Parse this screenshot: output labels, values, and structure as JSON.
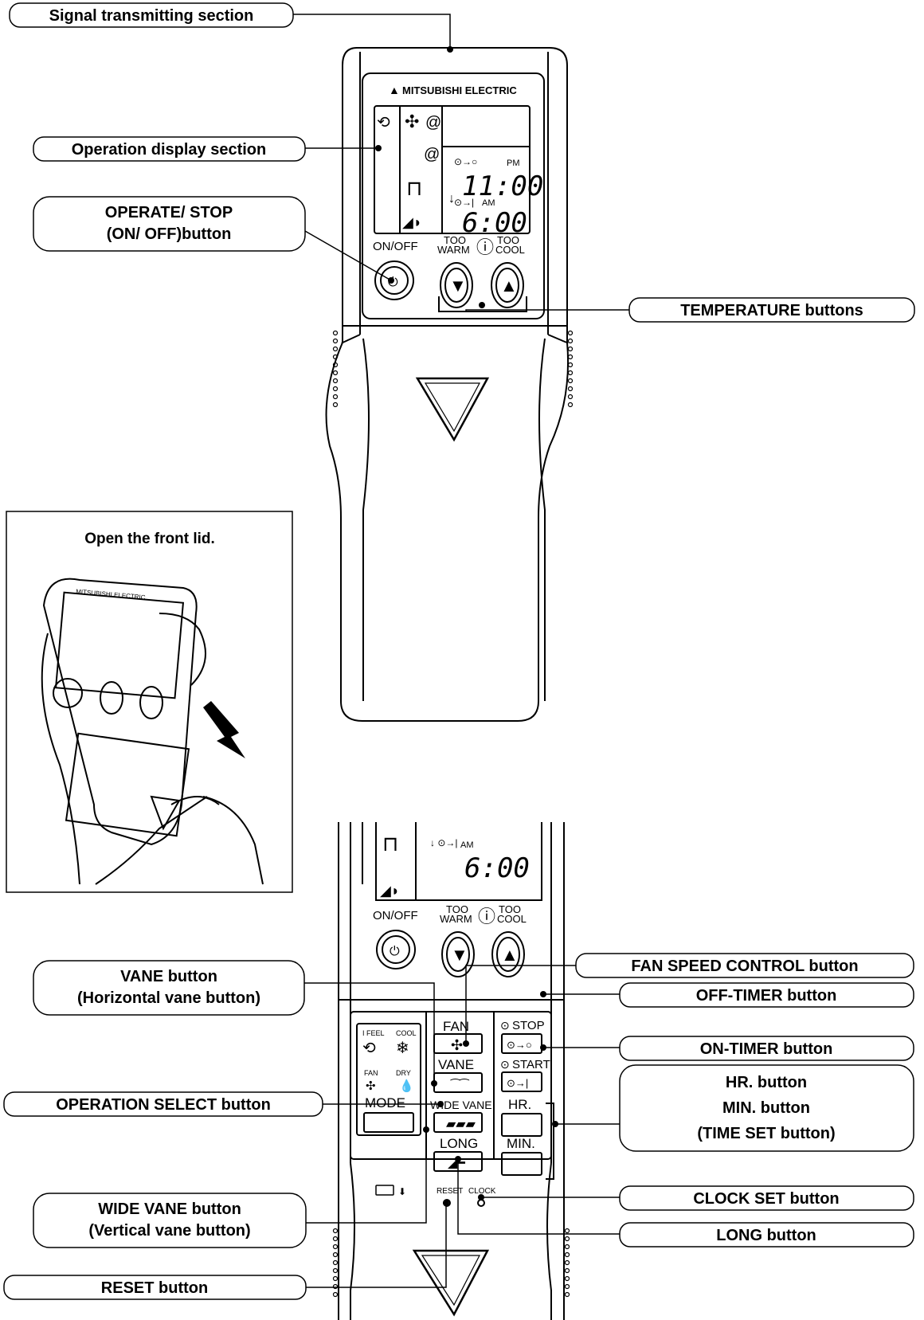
{
  "callouts": {
    "signal_transmitting": "Signal transmitting section",
    "operation_display": "Operation display section",
    "operate_stop_1": "OPERATE/ STOP",
    "operate_stop_2": "(ON/ OFF)button",
    "temperature": "TEMPERATURE buttons",
    "open_front_lid": "Open the front lid.",
    "vane_1": "VANE button",
    "vane_2": "(Horizontal vane button)",
    "operation_select": "OPERATION SELECT button",
    "wide_vane_1": "WIDE VANE button",
    "wide_vane_2": "(Vertical vane button)",
    "reset": "RESET button",
    "fan_speed": "FAN SPEED CONTROL button",
    "off_timer": "OFF-TIMER button",
    "on_timer": "ON-TIMER button",
    "hr_1": "HR. button",
    "hr_2": "MIN. button",
    "hr_3": "(TIME SET button)",
    "clock_set": "CLOCK SET button",
    "long": "LONG button"
  },
  "remote": {
    "brand": "MITSUBISHI ELECTRIC",
    "brand_small": "MITSUBISHI ELECTRIC",
    "pm": "PM",
    "am": "AM",
    "time_off": "11:00",
    "time_on": "6:00",
    "on_off": "ON/OFF",
    "too_warm_1": "TOO",
    "too_warm_2": "WARM",
    "too_cool_1": "TOO",
    "too_cool_2": "COOL",
    "fan": "FAN",
    "vane": "VANE",
    "wide_vane": "WIDE VANE",
    "long": "LONG",
    "stop": "STOP",
    "start": "START",
    "hr": "HR.",
    "min": "MIN.",
    "mode": "MODE",
    "ifeel": "I FEEL",
    "cool": "COOL",
    "fan_small": "FAN",
    "dry": "DRY",
    "reset": "RESET",
    "clock": "CLOCK"
  }
}
